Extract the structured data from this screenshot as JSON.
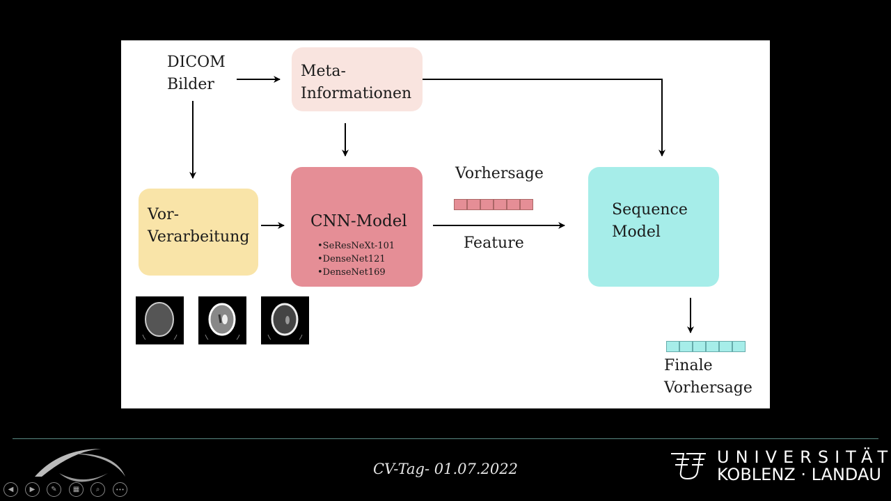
{
  "diagram": {
    "dicom_line1": "DICOM",
    "dicom_line2": "Bilder",
    "meta_line1": "Meta-",
    "meta_line2": "Informationen",
    "pre_line1": "Vor-",
    "pre_line2": "Verarbeitung",
    "cnn_title": "CNN-Model",
    "cnn_models": [
      "•SeResNeXt-101",
      "•DenseNet121",
      "•DenseNet169"
    ],
    "vorhersage": "Vorhersage",
    "feature": "Feature",
    "seq_line1": "Sequence",
    "seq_line2": "Model",
    "final_line1": "Finale",
    "final_line2": "Vorhersage",
    "vector_cells": 6,
    "colors": {
      "meta": "#f9e4df",
      "preprocessing": "#f9e4a8",
      "cnn": "#e58e96",
      "sequence": "#a6ede9"
    }
  },
  "footer": {
    "text": "CV-Tag- 01.07.2022",
    "university_line1": "UNIVERSITÄT",
    "university_line2": "KOBLENZ · LANDAU"
  },
  "controls": [
    {
      "name": "previous-slide",
      "glyph": "◀"
    },
    {
      "name": "next-slide",
      "glyph": "▶"
    },
    {
      "name": "pen",
      "glyph": "✎"
    },
    {
      "name": "see-all-slides",
      "glyph": "▦"
    },
    {
      "name": "zoom",
      "glyph": "⌕"
    },
    {
      "name": "more-options",
      "glyph": "•••"
    }
  ]
}
